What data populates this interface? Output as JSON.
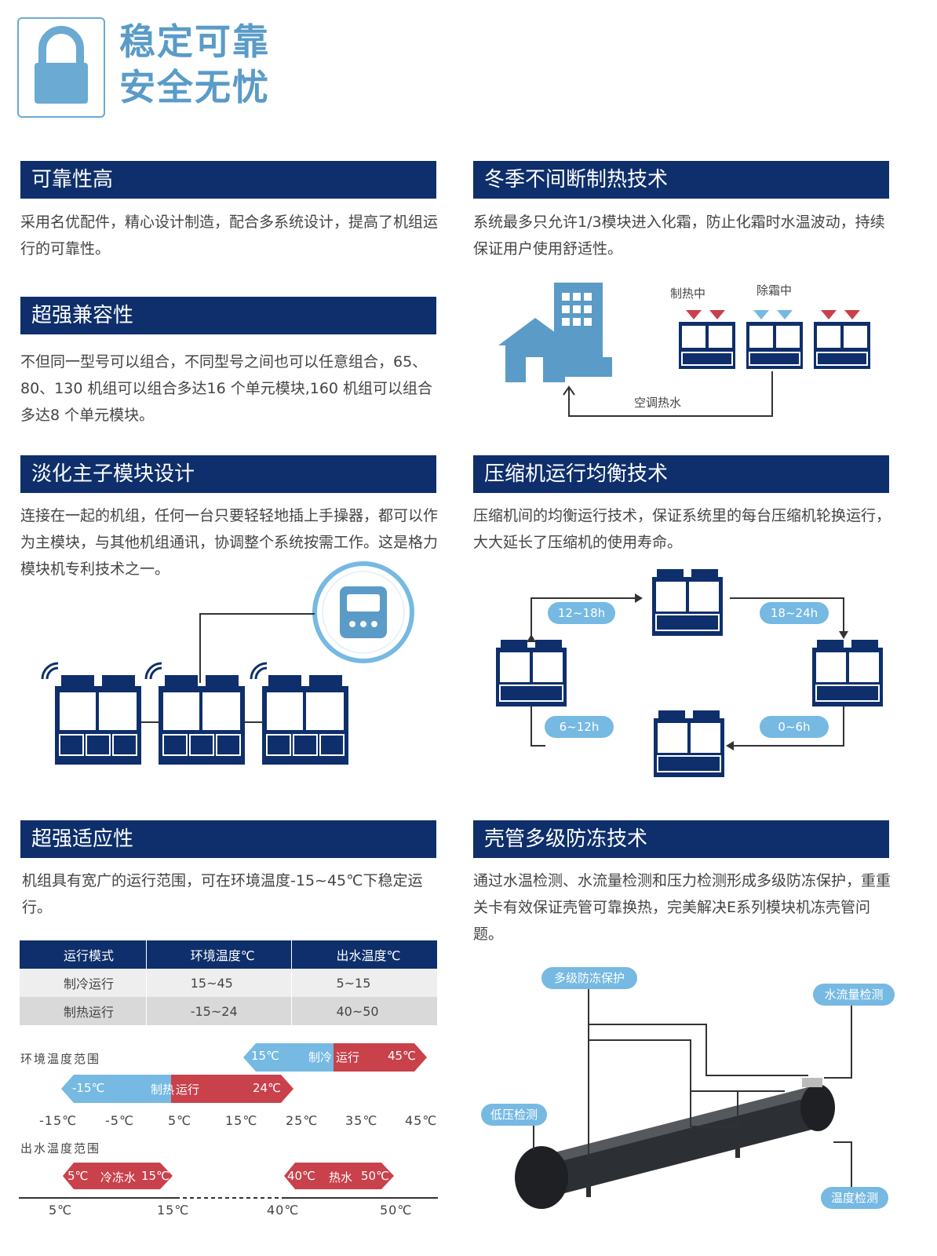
{
  "header": {
    "line1": "稳定可靠",
    "line2": "安全无忧"
  },
  "sections": {
    "reliability": {
      "title": "可靠性高",
      "text": "采用名优配件，精心设计制造，配合多系统设计，提高了机组运行的可靠性。"
    },
    "winter": {
      "title": "冬季不间断制热技术",
      "text": "系统最多只允许1/3模块进入化霜，防止化霜时水温波动，持续保证用户使用舒适性。"
    },
    "compat": {
      "title": "超强兼容性",
      "text": "不但同一型号可以组合，不同型号之间也可以任意组合，65、80、130 机组可以组合多达16 个单元模块,160 机组可以组合多达8 个单元模块。"
    },
    "master": {
      "title": "淡化主子模块设计",
      "text": "连接在一起的机组，任何一台只要轻轻地插上手操器，都可以作为主模块，与其他机组通讯，协调整个系统按需工作。这是格力模块机专利技术之一。"
    },
    "compressor": {
      "title": "压缩机运行均衡技术",
      "text": "压缩机间的均衡运行技术，保证系统里的每台压缩机轮换运行，大大延长了压缩机的使用寿命。"
    },
    "adapt": {
      "title": "超强适应性",
      "text": "机组具有宽广的运行范围，可在环境温度-15~45℃下稳定运行。"
    },
    "antifreeze": {
      "title": "壳管多级防冻技术",
      "text": "通过水温检测、水流量检测和压力检测形成多级防冻保护，重重关卡有效保证壳管可靠换热，完美解决E系列模块机冻壳管问题。"
    }
  },
  "winter_diagram": {
    "heating": "制热中",
    "defrost": "除霜中",
    "water": "空调热水"
  },
  "rotation": {
    "t1": "12~18h",
    "t2": "18~24h",
    "t3": "6~12h",
    "t4": "0~6h"
  },
  "table": {
    "headers": [
      "运行模式",
      "环境温度℃",
      "出水温度℃"
    ],
    "rows": [
      [
        "制冷运行",
        "15~45",
        "5~15"
      ],
      [
        "制热运行",
        "-15~24",
        "40~50"
      ]
    ]
  },
  "ranges": {
    "env_label": "环境温度范围",
    "cool_low": "15℃",
    "cool_label_a": "制冷",
    "cool_label_b": "运行",
    "cool_high": "45℃",
    "heat_low": "-15℃",
    "heat_label_a": "制热",
    "heat_label_b": "运行",
    "heat_high": "24℃",
    "env_ticks": [
      "-15℃",
      "-5℃",
      "5℃",
      "15℃",
      "25℃",
      "35℃",
      "45℃"
    ],
    "water_label": "出水温度范围",
    "chill_low": "5℃",
    "chill_label": "冷冻水",
    "chill_high": "15℃",
    "hot_low": "40℃",
    "hot_label": "热水",
    "hot_high": "50℃",
    "water_ticks": [
      "5℃",
      "15℃",
      "40℃",
      "50℃"
    ]
  },
  "shell": {
    "multi": "多级防冻保护",
    "flow": "水流量检测",
    "low": "低压检测",
    "temp": "温度检测"
  },
  "colors": {
    "navy": "#0e2f6b",
    "light_blue": "#76b9e2",
    "red": "#c9414b",
    "icon_blue": "#5a9bc8"
  }
}
